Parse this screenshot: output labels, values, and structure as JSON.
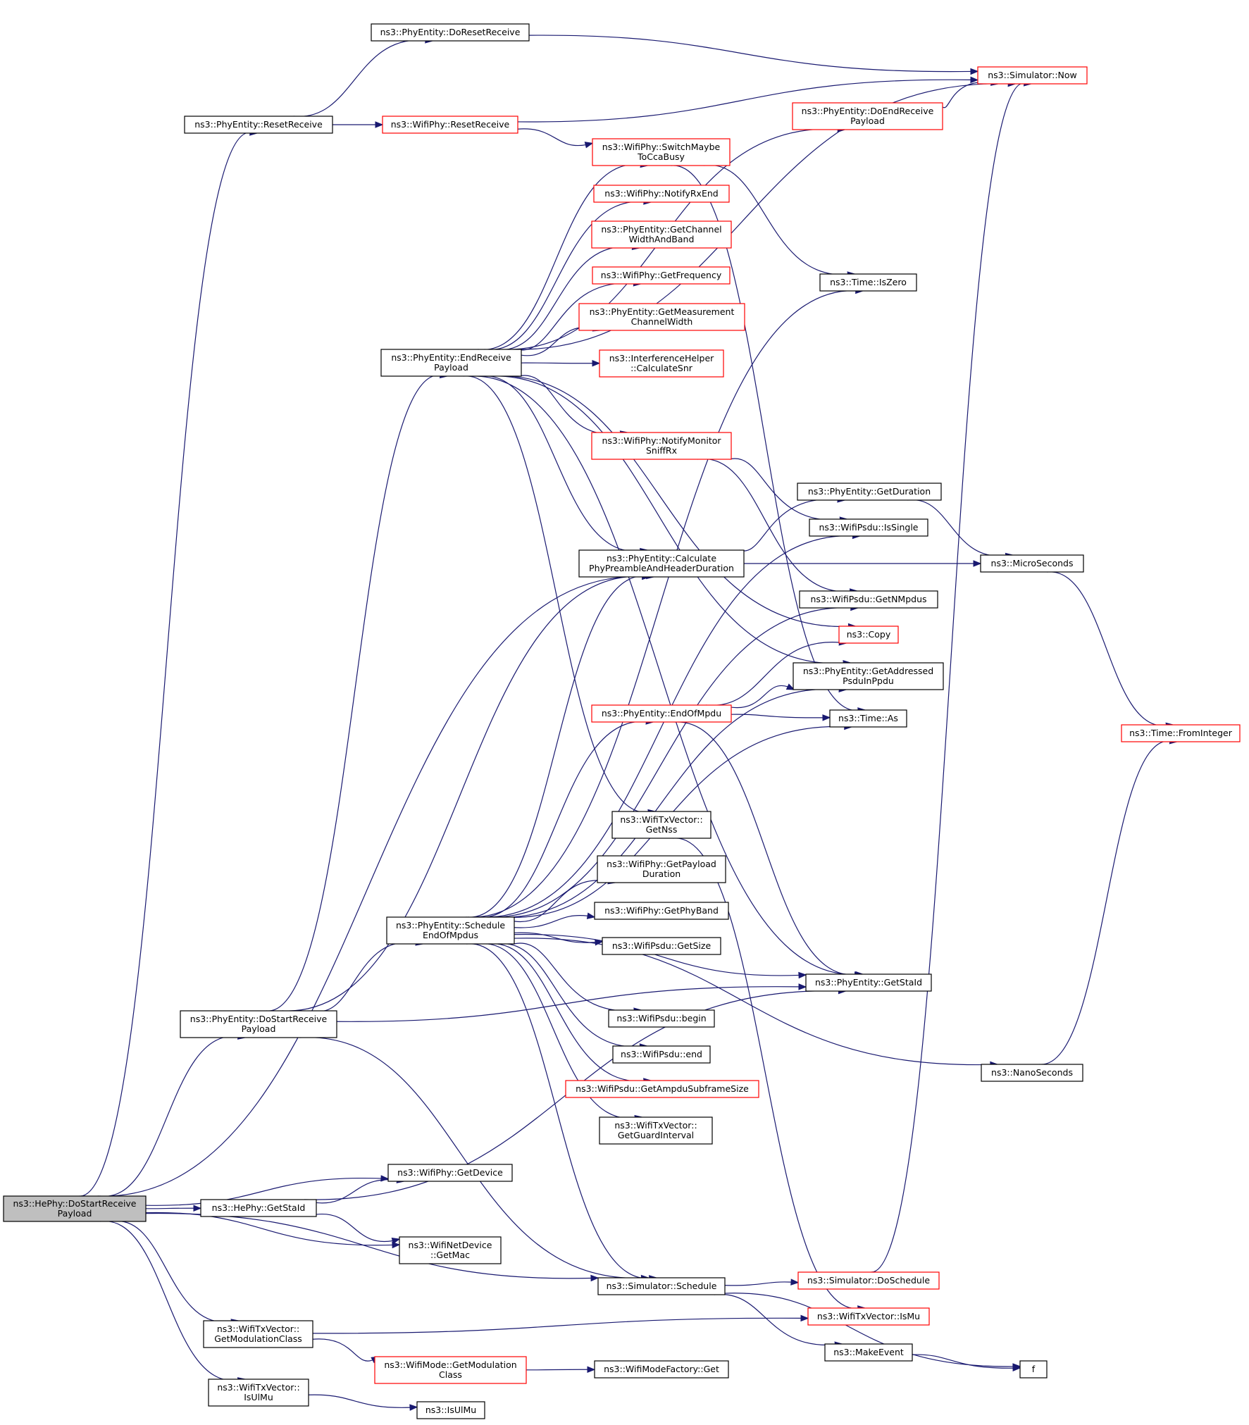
{
  "colors": {
    "edge": "#191970",
    "node_border_normal": "#000000",
    "node_border_truncated": "#ff0000",
    "node_fill_root": "#bfbfbf",
    "node_fill": "#ffffff"
  },
  "nodes": [
    {
      "id": "root",
      "lines": [
        "ns3::HePhy::DoStartReceive",
        "Payload"
      ],
      "style": "root"
    },
    {
      "id": "resetReceive",
      "lines": [
        "ns3::PhyEntity::ResetReceive"
      ],
      "style": "normal"
    },
    {
      "id": "doResetReceive",
      "lines": [
        "ns3::PhyEntity::DoResetReceive"
      ],
      "style": "normal"
    },
    {
      "id": "wifiResetReceive",
      "lines": [
        "ns3::WifiPhy::ResetReceive"
      ],
      "style": "truncated"
    },
    {
      "id": "now",
      "lines": [
        "ns3::Simulator::Now"
      ],
      "style": "truncated"
    },
    {
      "id": "doEndReceivePayload",
      "lines": [
        "ns3::PhyEntity::DoEndReceive",
        "Payload"
      ],
      "style": "truncated"
    },
    {
      "id": "switchMaybe",
      "lines": [
        "ns3::WifiPhy::SwitchMaybe",
        "ToCcaBusy"
      ],
      "style": "truncated"
    },
    {
      "id": "notifyRxEnd",
      "lines": [
        "ns3::WifiPhy::NotifyRxEnd"
      ],
      "style": "truncated"
    },
    {
      "id": "getChannelWidthAndBand",
      "lines": [
        "ns3::PhyEntity::GetChannel",
        "WidthAndBand"
      ],
      "style": "truncated"
    },
    {
      "id": "getFrequency",
      "lines": [
        "ns3::WifiPhy::GetFrequency"
      ],
      "style": "truncated"
    },
    {
      "id": "getMeasurementChannelWidth",
      "lines": [
        "ns3::PhyEntity::GetMeasurement",
        "ChannelWidth"
      ],
      "style": "truncated"
    },
    {
      "id": "isZero",
      "lines": [
        "ns3::Time::IsZero"
      ],
      "style": "normal"
    },
    {
      "id": "endReceivePayload",
      "lines": [
        "ns3::PhyEntity::EndReceive",
        "Payload"
      ],
      "style": "normal"
    },
    {
      "id": "calculateSnr",
      "lines": [
        "ns3::InterferenceHelper",
        "::CalculateSnr"
      ],
      "style": "truncated"
    },
    {
      "id": "notifyMonitorSniffRx",
      "lines": [
        "ns3::WifiPhy::NotifyMonitor",
        "SniffRx"
      ],
      "style": "truncated"
    },
    {
      "id": "getDuration",
      "lines": [
        "ns3::PhyEntity::GetDuration"
      ],
      "style": "normal"
    },
    {
      "id": "isSingle",
      "lines": [
        "ns3::WifiPsdu::IsSingle"
      ],
      "style": "normal"
    },
    {
      "id": "calcPreamble",
      "lines": [
        "ns3::PhyEntity::Calculate",
        "PhyPreambleAndHeaderDuration"
      ],
      "style": "normal"
    },
    {
      "id": "microSeconds",
      "lines": [
        "ns3::MicroSeconds"
      ],
      "style": "normal"
    },
    {
      "id": "getNMpdus",
      "lines": [
        "ns3::WifiPsdu::GetNMpdus"
      ],
      "style": "normal"
    },
    {
      "id": "copy",
      "lines": [
        "ns3::Copy"
      ],
      "style": "truncated"
    },
    {
      "id": "getAddressedPsdu",
      "lines": [
        "ns3::PhyEntity::GetAddressed",
        "PsduInPpdu"
      ],
      "style": "normal"
    },
    {
      "id": "endOfMpdu",
      "lines": [
        "ns3::PhyEntity::EndOfMpdu"
      ],
      "style": "truncated"
    },
    {
      "id": "timeAs",
      "lines": [
        "ns3::Time::As"
      ],
      "style": "normal"
    },
    {
      "id": "fromInteger",
      "lines": [
        "ns3::Time::FromInteger"
      ],
      "style": "truncated"
    },
    {
      "id": "getNss",
      "lines": [
        "ns3::WifiTxVector::",
        "GetNss"
      ],
      "style": "normal"
    },
    {
      "id": "getPayloadDuration",
      "lines": [
        "ns3::WifiPhy::GetPayload",
        "Duration"
      ],
      "style": "normal"
    },
    {
      "id": "getPhyBand",
      "lines": [
        "ns3::WifiPhy::GetPhyBand"
      ],
      "style": "normal"
    },
    {
      "id": "scheduleEndOfMpdus",
      "lines": [
        "ns3::PhyEntity::Schedule",
        "EndOfMpdus"
      ],
      "style": "normal"
    },
    {
      "id": "getSize",
      "lines": [
        "ns3::WifiPsdu::GetSize"
      ],
      "style": "normal"
    },
    {
      "id": "getStaIdEntity",
      "lines": [
        "ns3::PhyEntity::GetStaId"
      ],
      "style": "normal"
    },
    {
      "id": "begin",
      "lines": [
        "ns3::WifiPsdu::begin"
      ],
      "style": "normal"
    },
    {
      "id": "doStartReceivePayload",
      "lines": [
        "ns3::PhyEntity::DoStartReceive",
        "Payload"
      ],
      "style": "normal"
    },
    {
      "id": "end",
      "lines": [
        "ns3::WifiPsdu::end"
      ],
      "style": "normal"
    },
    {
      "id": "nanoSeconds",
      "lines": [
        "ns3::NanoSeconds"
      ],
      "style": "normal"
    },
    {
      "id": "getAmpdu",
      "lines": [
        "ns3::WifiPsdu::GetAmpduSubframeSize"
      ],
      "style": "truncated"
    },
    {
      "id": "getGuardInterval",
      "lines": [
        "ns3::WifiTxVector::",
        "GetGuardInterval"
      ],
      "style": "normal"
    },
    {
      "id": "getDevice",
      "lines": [
        "ns3::WifiPhy::GetDevice"
      ],
      "style": "normal"
    },
    {
      "id": "heGetStaId",
      "lines": [
        "ns3::HePhy::GetStaId"
      ],
      "style": "normal"
    },
    {
      "id": "getMac",
      "lines": [
        "ns3::WifiNetDevice",
        "::GetMac"
      ],
      "style": "normal"
    },
    {
      "id": "schedule",
      "lines": [
        "ns3::Simulator::Schedule"
      ],
      "style": "normal"
    },
    {
      "id": "doSchedule",
      "lines": [
        "ns3::Simulator::DoSchedule"
      ],
      "style": "truncated"
    },
    {
      "id": "isMu",
      "lines": [
        "ns3::WifiTxVector::IsMu"
      ],
      "style": "truncated"
    },
    {
      "id": "getModClass",
      "lines": [
        "ns3::WifiTxVector::",
        "GetModulationClass"
      ],
      "style": "normal"
    },
    {
      "id": "makeEvent",
      "lines": [
        "ns3::MakeEvent"
      ],
      "style": "normal"
    },
    {
      "id": "modeGetModClass",
      "lines": [
        "ns3::WifiMode::GetModulation",
        "Class"
      ],
      "style": "truncated"
    },
    {
      "id": "modeFactoryGet",
      "lines": [
        "ns3::WifiModeFactory::Get"
      ],
      "style": "normal"
    },
    {
      "id": "f",
      "lines": [
        "f"
      ],
      "style": "normal"
    },
    {
      "id": "isUlMuVec",
      "lines": [
        "ns3::WifiTxVector::",
        "IsUlMu"
      ],
      "style": "normal"
    },
    {
      "id": "isUlMu",
      "lines": [
        "ns3::IsUlMu"
      ],
      "style": "normal"
    }
  ],
  "edges": [
    [
      "root",
      "resetReceive"
    ],
    [
      "root",
      "calcPreamble"
    ],
    [
      "root",
      "doStartReceivePayload"
    ],
    [
      "root",
      "getDevice"
    ],
    [
      "root",
      "heGetStaId"
    ],
    [
      "root",
      "getMac"
    ],
    [
      "root",
      "schedule"
    ],
    [
      "root",
      "getModClass"
    ],
    [
      "root",
      "isUlMuVec"
    ],
    [
      "resetReceive",
      "doResetReceive"
    ],
    [
      "resetReceive",
      "wifiResetReceive"
    ],
    [
      "doResetReceive",
      "now"
    ],
    [
      "wifiResetReceive",
      "now"
    ],
    [
      "wifiResetReceive",
      "switchMaybe"
    ],
    [
      "doEndReceivePayload",
      "now"
    ],
    [
      "switchMaybe",
      "isZero"
    ],
    [
      "switchMaybe",
      "timeAs"
    ],
    [
      "endReceivePayload",
      "now"
    ],
    [
      "endReceivePayload",
      "doEndReceivePayload"
    ],
    [
      "endReceivePayload",
      "switchMaybe"
    ],
    [
      "endReceivePayload",
      "notifyRxEnd"
    ],
    [
      "endReceivePayload",
      "getChannelWidthAndBand"
    ],
    [
      "endReceivePayload",
      "getFrequency"
    ],
    [
      "endReceivePayload",
      "getMeasurementChannelWidth"
    ],
    [
      "endReceivePayload",
      "calculateSnr"
    ],
    [
      "endReceivePayload",
      "notifyMonitorSniffRx"
    ],
    [
      "endReceivePayload",
      "calcPreamble"
    ],
    [
      "endReceivePayload",
      "copy"
    ],
    [
      "endReceivePayload",
      "getAddressedPsdu"
    ],
    [
      "endReceivePayload",
      "getNss"
    ],
    [
      "endReceivePayload",
      "getStaIdEntity"
    ],
    [
      "notifyMonitorSniffRx",
      "isSingle"
    ],
    [
      "notifyMonitorSniffRx",
      "getNMpdus"
    ],
    [
      "calcPreamble",
      "getDuration"
    ],
    [
      "calcPreamble",
      "microSeconds"
    ],
    [
      "getDuration",
      "microSeconds"
    ],
    [
      "microSeconds",
      "fromInteger"
    ],
    [
      "nanoSeconds",
      "fromInteger"
    ],
    [
      "endOfMpdu",
      "copy"
    ],
    [
      "endOfMpdu",
      "getAddressedPsdu"
    ],
    [
      "endOfMpdu",
      "timeAs"
    ],
    [
      "endOfMpdu",
      "getStaIdEntity"
    ],
    [
      "getNss",
      "isMu"
    ],
    [
      "scheduleEndOfMpdus",
      "isZero"
    ],
    [
      "scheduleEndOfMpdus",
      "calcPreamble"
    ],
    [
      "scheduleEndOfMpdus",
      "isSingle"
    ],
    [
      "scheduleEndOfMpdus",
      "getNMpdus"
    ],
    [
      "scheduleEndOfMpdus",
      "getAddressedPsdu"
    ],
    [
      "scheduleEndOfMpdus",
      "endOfMpdu"
    ],
    [
      "scheduleEndOfMpdus",
      "timeAs"
    ],
    [
      "scheduleEndOfMpdus",
      "getPayloadDuration"
    ],
    [
      "scheduleEndOfMpdus",
      "getPhyBand"
    ],
    [
      "scheduleEndOfMpdus",
      "getSize"
    ],
    [
      "scheduleEndOfMpdus",
      "getStaIdEntity"
    ],
    [
      "scheduleEndOfMpdus",
      "begin"
    ],
    [
      "scheduleEndOfMpdus",
      "end"
    ],
    [
      "scheduleEndOfMpdus",
      "getAmpdu"
    ],
    [
      "scheduleEndOfMpdus",
      "getGuardInterval"
    ],
    [
      "scheduleEndOfMpdus",
      "nanoSeconds"
    ],
    [
      "scheduleEndOfMpdus",
      "schedule"
    ],
    [
      "doStartReceivePayload",
      "endReceivePayload"
    ],
    [
      "doStartReceivePayload",
      "calcPreamble"
    ],
    [
      "doStartReceivePayload",
      "scheduleEndOfMpdus"
    ],
    [
      "doStartReceivePayload",
      "getStaIdEntity"
    ],
    [
      "doStartReceivePayload",
      "schedule"
    ],
    [
      "heGetStaId",
      "getDevice"
    ],
    [
      "heGetStaId",
      "getMac"
    ],
    [
      "heGetStaId",
      "getStaIdEntity"
    ],
    [
      "schedule",
      "doSchedule"
    ],
    [
      "schedule",
      "makeEvent"
    ],
    [
      "schedule",
      "f"
    ],
    [
      "doSchedule",
      "now"
    ],
    [
      "getModClass",
      "isMu"
    ],
    [
      "getModClass",
      "modeGetModClass"
    ],
    [
      "makeEvent",
      "f"
    ],
    [
      "modeGetModClass",
      "modeFactoryGet"
    ],
    [
      "isUlMuVec",
      "isUlMu"
    ]
  ]
}
